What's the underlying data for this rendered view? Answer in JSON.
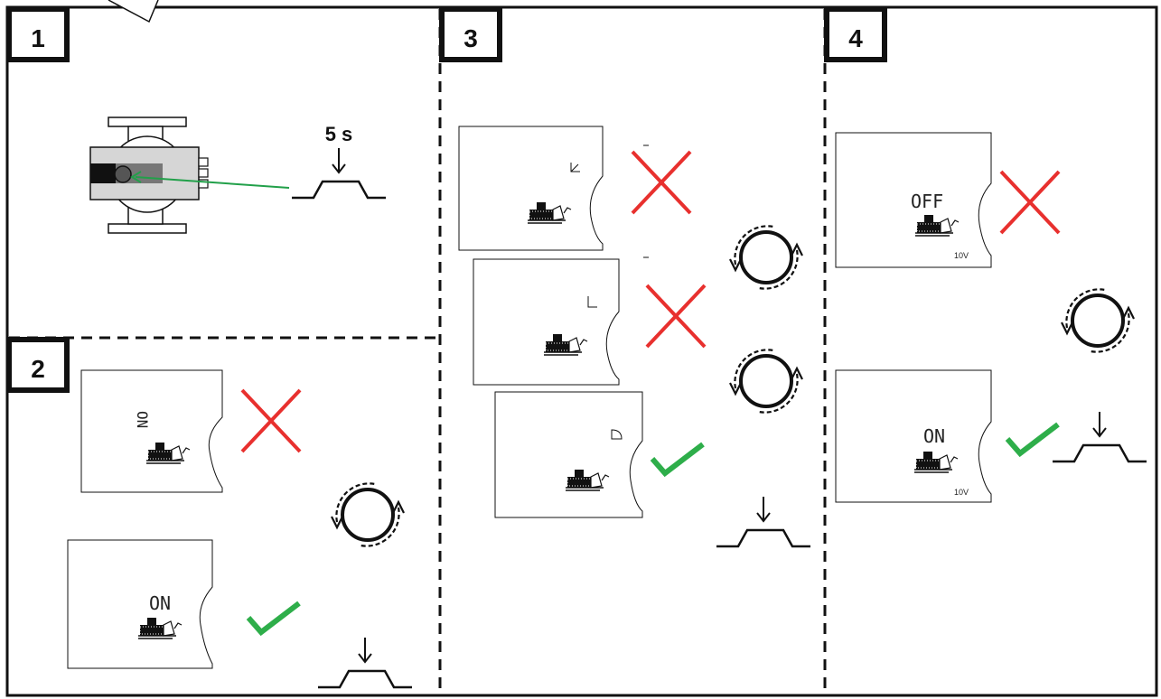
{
  "steps": [
    {
      "number": "1"
    },
    {
      "number": "2"
    },
    {
      "number": "3"
    },
    {
      "number": "4"
    }
  ],
  "step1": {
    "press_duration": "5 s",
    "arrow_color": "#22a04a"
  },
  "step2": {
    "display_top_text": "ON",
    "display_bottom_text": "ON"
  },
  "step4": {
    "display_top_text": "OFF",
    "display_bottom_text": "ON",
    "voltage_top": "10V",
    "voltage_bottom": "10V"
  },
  "colors": {
    "reject": "#e8302e",
    "accept": "#2eae4a",
    "frame": "#111111"
  },
  "icons": [
    "cross-icon",
    "check-icon",
    "rotary-knob-icon",
    "press-button-icon",
    "pump-icon",
    "iron-icon"
  ]
}
